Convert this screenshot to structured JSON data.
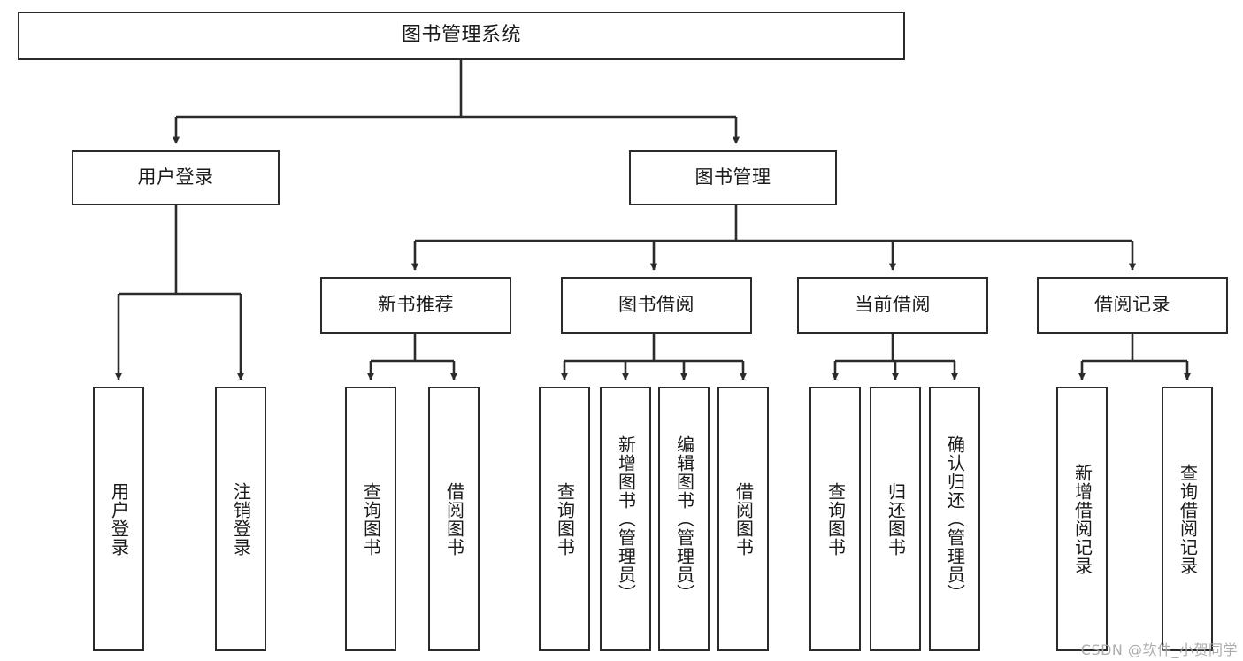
{
  "diagram": {
    "title": "图书管理系统",
    "watermark": "CSDN @软件_小贺同学",
    "line_color": "#2b2b2b",
    "box_fill": "#ffffff",
    "text_color": "#1a1a1a",
    "nodes": {
      "root": "图书管理系统",
      "user_login": "用户登录",
      "book_manage": "图书管理",
      "new_book_rec": "新书推荐",
      "book_borrow": "图书借阅",
      "current_borrow": "当前借阅",
      "borrow_record": "借阅记录",
      "leaf_user_login": "用户登录",
      "leaf_logout": "注销登录",
      "leaf_query_book_1": "查询图书",
      "leaf_borrow_book_1": "借阅图书",
      "leaf_query_book_2": "查询图书",
      "leaf_add_book_admin": "新增图书（管理员）",
      "leaf_edit_book_admin": "编辑图书（管理员）",
      "leaf_borrow_book_2": "借阅图书",
      "leaf_query_book_3": "查询图书",
      "leaf_return_book": "归还图书",
      "leaf_confirm_return_admin": "确认归还（管理员）",
      "leaf_add_record": "新增借阅记录",
      "leaf_query_record": "查询借阅记录"
    }
  }
}
